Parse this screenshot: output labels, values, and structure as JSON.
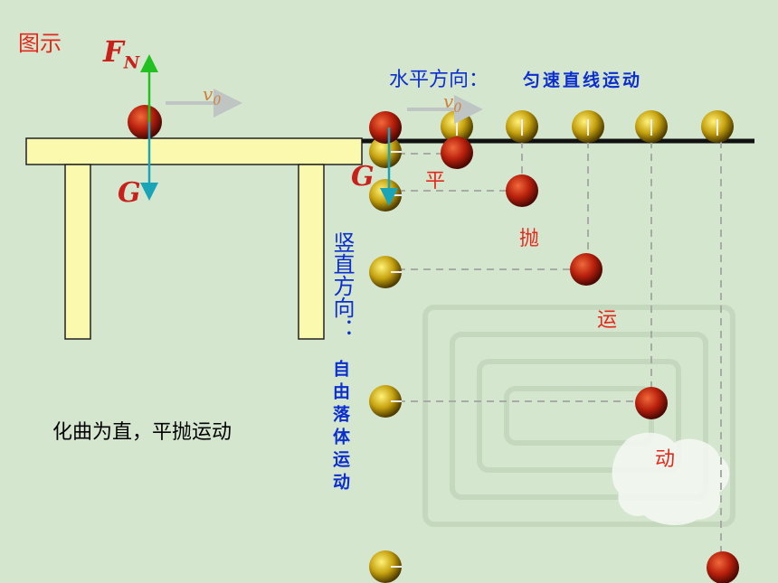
{
  "title": "图示",
  "force_normal": {
    "symbol": "F",
    "subscript": "N"
  },
  "gravity_left": "G",
  "gravity_right": "G",
  "velocity_left": {
    "symbol": "v",
    "subscript": "0"
  },
  "velocity_right": {
    "symbol": "v",
    "subscript": "0"
  },
  "horizontal_direction": {
    "label": "水平方向：",
    "motion": "匀速直线运动"
  },
  "vertical_direction": {
    "label": "竖直方向：",
    "motion": "自由落体运动"
  },
  "path_chars": [
    "平",
    "抛",
    "运",
    "动"
  ],
  "note": "化曲为直，平抛运动",
  "colors": {
    "background": "#d5e6cf",
    "table": "#fbf9ad",
    "red_ball": "#b8200c",
    "gold_ball": "#c6a20e",
    "force_arrow": "#22c020",
    "gravity_arrow": "#1aa4b8",
    "text_red": "#e4281c",
    "text_blue": "#0b2ed0"
  }
}
